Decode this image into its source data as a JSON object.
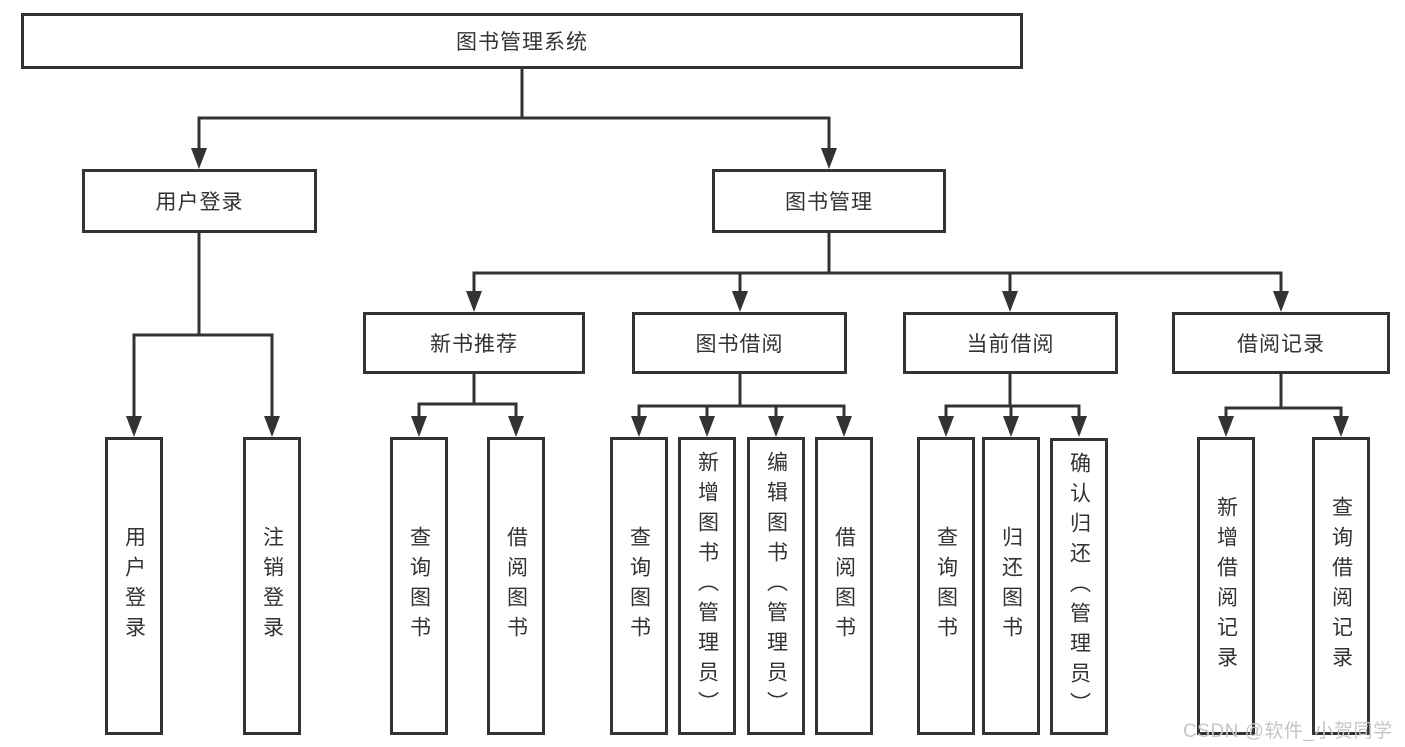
{
  "tree": {
    "label": "图书管理系统",
    "children": [
      {
        "label": "用户登录",
        "children": [
          {
            "label": "用户登录"
          },
          {
            "label": "注销登录"
          }
        ]
      },
      {
        "label": "图书管理",
        "children": [
          {
            "label": "新书推荐",
            "children": [
              {
                "label": "查询图书"
              },
              {
                "label": "借阅图书"
              }
            ]
          },
          {
            "label": "图书借阅",
            "children": [
              {
                "label": "查询图书"
              },
              {
                "label": "新增图书（管理员）"
              },
              {
                "label": "编辑图书（管理员）"
              },
              {
                "label": "借阅图书"
              }
            ]
          },
          {
            "label": "当前借阅",
            "children": [
              {
                "label": "查询图书"
              },
              {
                "label": "归还图书"
              },
              {
                "label": "确认归还（管理员）"
              }
            ]
          },
          {
            "label": "借阅记录",
            "children": [
              {
                "label": "新增借阅记录"
              },
              {
                "label": "查询借阅记录"
              }
            ]
          }
        ]
      }
    ]
  },
  "watermark": {
    "text": "CSDN @软件_小贺同学"
  },
  "colors": {
    "line": "#333333",
    "watermark": "#c6c6c6",
    "background": "#ffffff"
  }
}
